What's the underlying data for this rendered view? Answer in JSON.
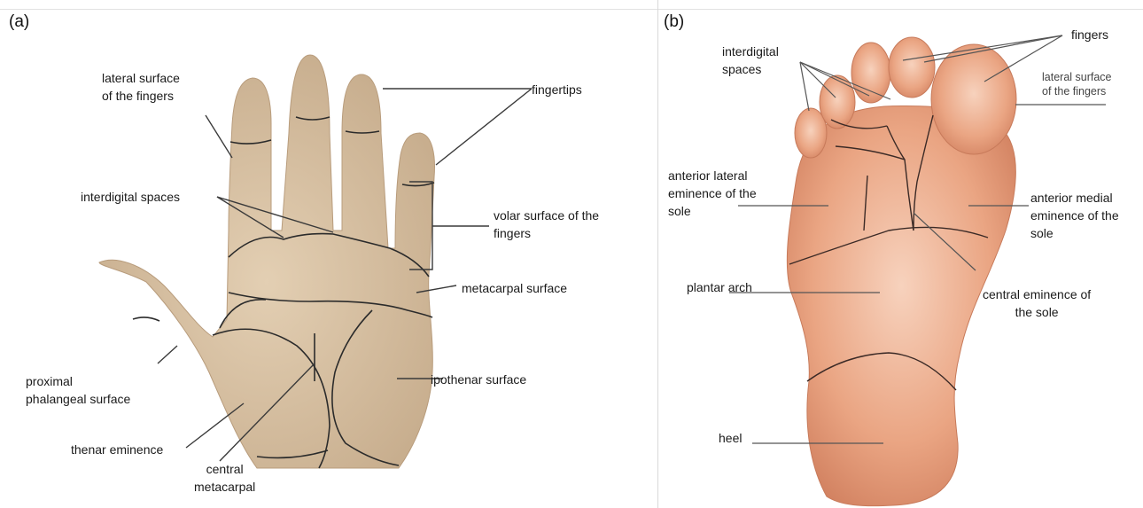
{
  "panels": {
    "a": {
      "label": "(a)",
      "annotations": {
        "lateral_surface": "lateral surface\nof the fingers",
        "fingertips": "fingertips",
        "interdigital": "interdigital spaces",
        "volar": "volar surface of the\nfingers",
        "metacarpal": "metacarpal surface",
        "proximal": "proximal\nphalangeal surface",
        "ipothenar": "ipothenar surface",
        "thenar": "thenar eminence",
        "central": "central\nmetacarpal"
      }
    },
    "b": {
      "label": "(b)",
      "annotations": {
        "interdigital": "interdigital\nspaces",
        "fingers": "fingers",
        "lateral_surface": "lateral surface\nof the fingers",
        "anterior_lateral": "anterior lateral\neminence of the\nsole",
        "anterior_medial": "anterior medial\neminence of the\nsole",
        "plantar_arch": "plantar arch",
        "central_eminence": "central eminence of\nthe sole",
        "heel": "heel"
      }
    }
  },
  "colors": {
    "skin_hand": "#d9c2a4",
    "skin_foot": "#e8a07e",
    "line": "#2b2b2b"
  }
}
